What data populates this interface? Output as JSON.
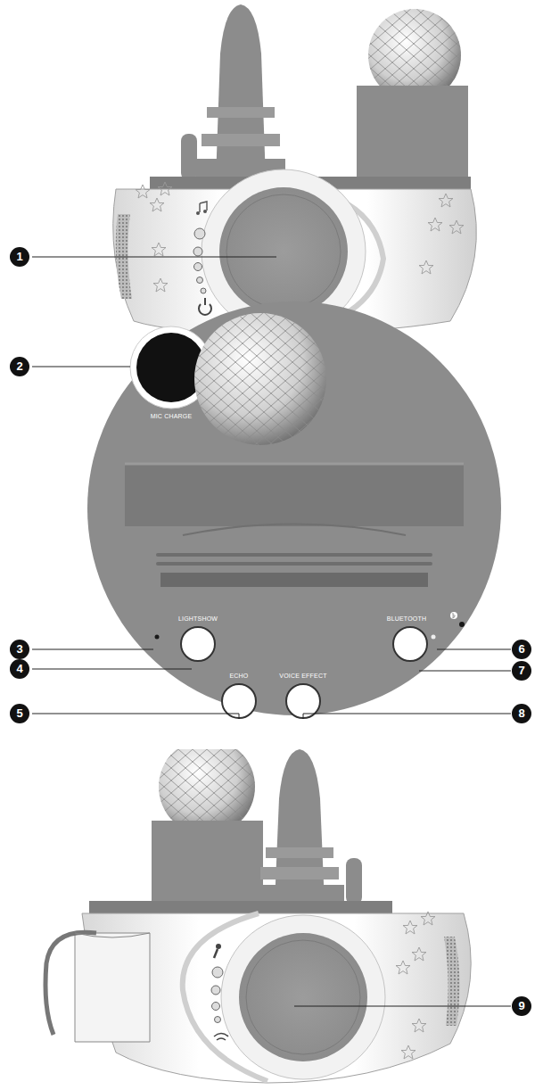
{
  "diagram": {
    "labels": [
      "1",
      "2",
      "MIC CHARGE",
      "3",
      "LIGHTSHOW",
      "4",
      "ECHO",
      "5",
      "VOICE EFFECT",
      "BLUETOOTH",
      "6",
      "7",
      "8",
      "9"
    ]
  }
}
